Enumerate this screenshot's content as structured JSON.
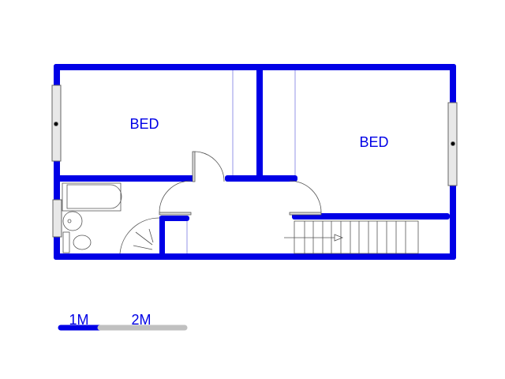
{
  "rooms": [
    {
      "label": "BED"
    },
    {
      "label": "BED"
    }
  ],
  "scale": {
    "label_1": "1M",
    "label_2": "2M"
  },
  "colors": {
    "wall": "#0000e6",
    "scale_grey": "#c0c0c0",
    "fixture": "#555555",
    "guide": "#6666dd"
  }
}
